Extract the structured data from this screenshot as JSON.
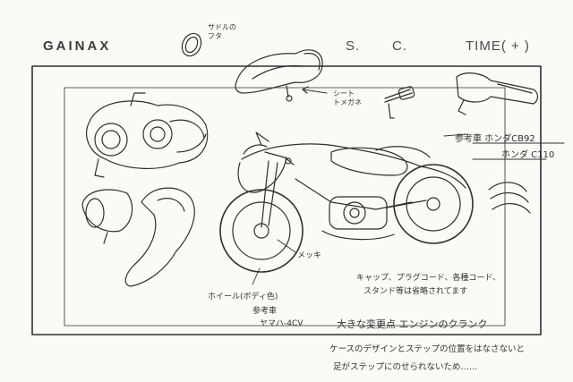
{
  "header": {
    "brand": "GAINAX",
    "s_label": "S.",
    "c_label": "C.",
    "time_label": "TIME(  +  )"
  },
  "notes": {
    "top_part": "サドルの\nフタ",
    "seat_label": "シート\nトメガネ",
    "ref_label_top": "参考車 ホンダCB92",
    "ref_label_bottom": "ホンダ C110",
    "mesh": "メッキ",
    "cap_line1": "キャップ、プラグコード、各種コード、",
    "cap_line2": "スタンド等は省略されてます",
    "wheel_line1": "ホイール(ボディ色)",
    "wheel_line2": "参考車",
    "wheel_line3": "ヤマハ-4CV",
    "big_change": "大きな変更点 エンジンのクランク",
    "bottom_line1": "ケースのデザインとステップの位置をはなさないと",
    "bottom_line2": "足がステップにのせられないため……"
  },
  "colors": {
    "paper": "#fbfaf6",
    "ink": "#2f2f2f",
    "frame": "#3a3a3a"
  }
}
